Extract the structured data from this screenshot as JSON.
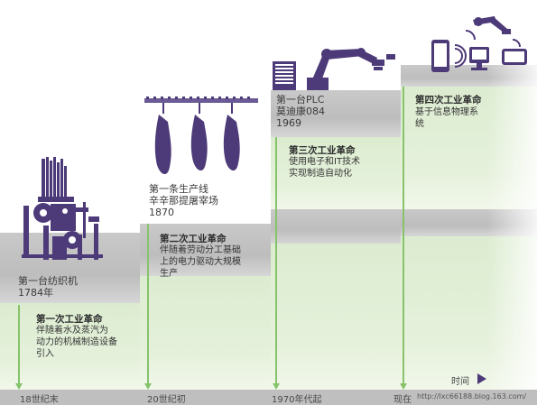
{
  "stages": [
    {
      "icon": "textile-machine-icon",
      "invention_name": "第一台纺织机",
      "invention_year": "1784年",
      "revolution_title": "第一次工业革命",
      "revolution_desc": [
        "伴随着水及蒸汽为",
        "动力的机械制造设备",
        "引入"
      ],
      "axis_label": "18世纪末"
    },
    {
      "icon": "meat-hooks-icon",
      "invention_name": "第一条生产线",
      "invention_place": "辛辛那提屠宰场",
      "invention_year": "1870",
      "revolution_title": "第二次工业革命",
      "revolution_desc": [
        "伴随着劳动分工基础",
        "上的电力驱动大规模",
        "生产"
      ],
      "axis_label": "20世纪初"
    },
    {
      "icon": "robot-arm-plc-icon",
      "invention_name": "第一台PLC",
      "invention_model": "莫迪康084",
      "invention_year": "1969",
      "revolution_title": "第三次工业革命",
      "revolution_desc": [
        "使用电子和IT技术",
        "实现制造自动化"
      ],
      "axis_label": "1970年代起"
    },
    {
      "icon": "connected-devices-icon",
      "revolution_title": "第四次工业革命",
      "revolution_desc": [
        "基于信息物理系",
        "统"
      ],
      "axis_label": "现在"
    }
  ],
  "time_label": "时间",
  "watermark": "http://lxc66188.blog.163.com/",
  "colors": {
    "grey_step": "#c4c4c4",
    "green_band": "#e0eed5",
    "green_line": "#86c36b",
    "icon_purple": "#4d3a78"
  }
}
